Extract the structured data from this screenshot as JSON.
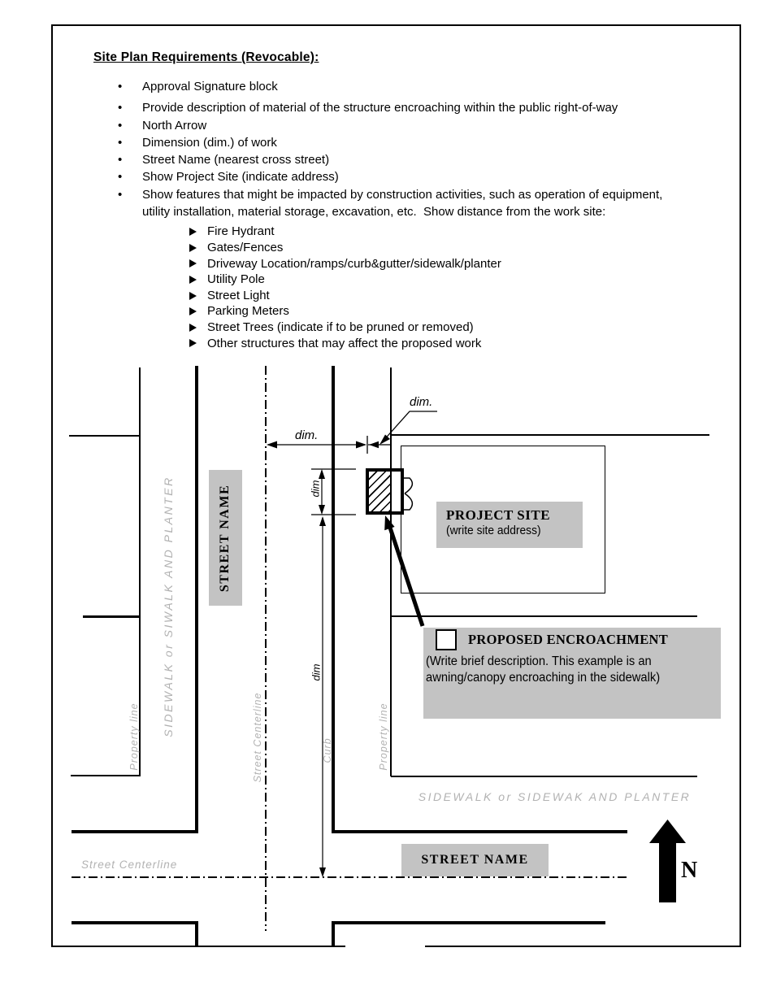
{
  "page": {
    "title": "Site Plan Requirements (Revocable):",
    "bullet_char": "•",
    "arrow_icon": "triangle-right-arrow",
    "bullets": [
      "Approval Signature block",
      "Provide description of material of the structure encroaching within the public right-of-way",
      "North Arrow",
      "Dimension (dim.) of work",
      "Street Name (nearest cross street)",
      "Show Project Site (indicate address)",
      "Show features that might be impacted by construction activities, such as operation of equipment, utility installation, material storage, excavation, etc.  Show distance from the work site:"
    ],
    "sub_bullets": [
      "Fire Hydrant",
      "Gates/Fences",
      "Driveway Location/ramps/curb&gutter/sidewalk/planter",
      "Utility Pole",
      "Street Light",
      "Parking Meters",
      "Street Trees (indicate if to be pruned or removed)",
      "Other structures that may affect the proposed work"
    ]
  },
  "diagram": {
    "street_name_left": "STREET NAME",
    "street_name_bottom": "STREET NAME",
    "sidewalk_left": "SIDEWALK or SIWALK AND PLANTER",
    "sidewalk_bottom": "SIDEWALK or SIDEWAK AND PLANTER",
    "property_line_left": "Property line",
    "property_line_right": "Property line",
    "street_centerline_vertical": "Street Centerline",
    "street_centerline_horizontal": "Street Centerline",
    "curb": "Curb",
    "dim_horizontal": "dim.",
    "dim_sidewalk": "dim.",
    "dim_vertical_short": "dim",
    "dim_vertical_long": "dim",
    "project_site": {
      "title": "PROJECT SITE",
      "subtitle": "(write site address)"
    },
    "legend": {
      "title": "PROPOSED ENCROACHMENT",
      "desc_line1": "(Write brief description. This example is an",
      "desc_line2": "awning/canopy encroaching in the sidewalk)"
    },
    "north_label": "N",
    "colors": {
      "label_bg": "#c3c3c3",
      "muted_text": "#b2b2b2",
      "line": "#000000"
    }
  }
}
